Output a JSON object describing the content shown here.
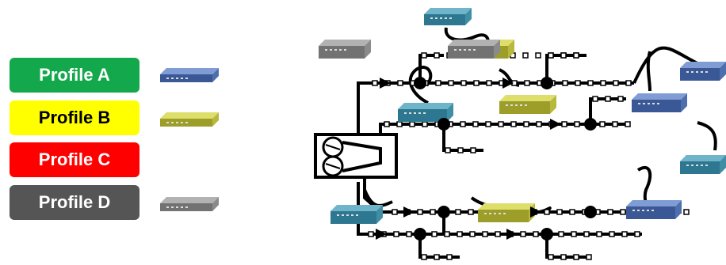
{
  "legend": [
    {
      "label": "Profile A",
      "bg": "#13a84b",
      "fg": "#ffffff",
      "device": "blue"
    },
    {
      "label": "Profile B",
      "bg": "#ffff00",
      "fg": "#000000",
      "device": "yellow"
    },
    {
      "label": "Profile C",
      "bg": "#ff0000",
      "fg": "#ffffff",
      "device": null
    },
    {
      "label": "Profile D",
      "bg": "#555555",
      "fg": "#ffffff",
      "device": "gray"
    }
  ],
  "device_colors": {
    "blue": {
      "top": "#7f9dd4",
      "side": "#4e6fae",
      "front": "#3b5896"
    },
    "yellow": {
      "top": "#dede6a",
      "side": "#b8b83e",
      "front": "#9d9d2a"
    },
    "gray": {
      "top": "#b2b2b2",
      "side": "#8a8a8a",
      "front": "#727272"
    },
    "teal": {
      "top": "#6fb4c8",
      "side": "#3f8ea6",
      "front": "#2d7790"
    }
  },
  "central_device": {
    "icon": "tape-reel-router-icon"
  }
}
